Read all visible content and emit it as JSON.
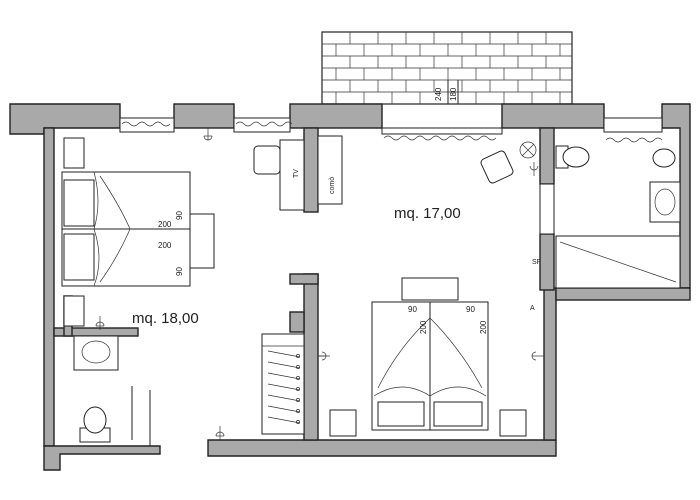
{
  "rooms": {
    "left_area": "mq. 18,00",
    "right_area": "mq. 17,00"
  },
  "dimensions": {
    "terrace_depth_outer": "240",
    "terrace_depth_inner": "180",
    "left_bed_width_top": "90",
    "left_bed_width_bottom": "90",
    "left_bed_length_top": "200",
    "left_bed_length_bottom": "200",
    "right_bed_width_left": "90",
    "right_bed_width_right": "90",
    "right_bed_length_left": "200",
    "right_bed_length_right": "200"
  },
  "labels": {
    "tv": "TV",
    "dresser": "comò",
    "shower_tag": "SF",
    "sink_tag": "A"
  },
  "colors": {
    "wall": "#a9a9a9",
    "line": "#222222",
    "background": "#ffffff"
  }
}
